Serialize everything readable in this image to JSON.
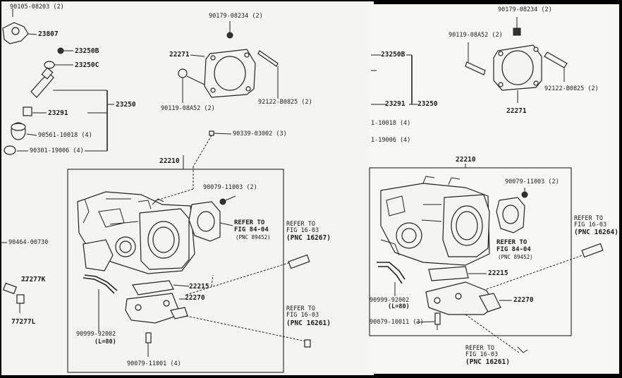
{
  "left_sheet": {
    "top_part": "90105-08203 (2)",
    "rail": "23807",
    "injector_labels": [
      "23250B",
      "23250C",
      "23291",
      "90561-10018 (4)",
      "90301-19006 (4)"
    ],
    "injector_group": "23250",
    "top_gasket": "22271",
    "gasket_nut": "90179-08234 (2)",
    "gasket_bolt": "90119-08A52 (2)",
    "gasket_stud": "92122-B0825 (2)",
    "sensor_conn": "90339-03002 (3)",
    "tb_assy": "22210",
    "sensor_bolt": "90079-11003 (2)",
    "refer_fig_a": [
      "REFER TO",
      "FIG 84-04",
      "(PNC 89452)"
    ],
    "refer_a": [
      "REFER TO",
      "FIG 16-03",
      "(PNC 16267)"
    ],
    "refer_b": [
      "REFER TO",
      "FIG 16-03",
      "(PNC 16261)"
    ],
    "iac_gasket": "22215",
    "iac_valve": "22270",
    "hose": "90999-92002",
    "hose_len": "(L=80)",
    "iac_bolt": "90079-11001 (4)",
    "left_edge_part": "90464-00730",
    "clip_a": "77277K",
    "clip_b": "77277L"
  },
  "right_sheet": {
    "gasket_nut": "90179-08234 (2)",
    "gasket_bolt": "90119-08A52 (2)",
    "gasket_stud": "92122-B0825 (2)",
    "top_gasket": "22271",
    "inj_b": "23250B",
    "inj_seal": "23291",
    "inj_group": "23250",
    "cut_a": "1-10018 (4)",
    "cut_b": "1-19006 (4)",
    "tb_assy": "22210",
    "sensor_bolt": "90079-11003 (2)",
    "refer_fig": [
      "REFER TO",
      "FIG 84-04",
      "(PNC 89452)"
    ],
    "refer_a": [
      "REFER TO",
      "FIG 16-03",
      "(PNC 16264)"
    ],
    "refer_b": [
      "REFER TO",
      "FIG 16-03",
      "(PNC 16261)"
    ],
    "iac_gasket": "22215",
    "iac_valve": "22270",
    "hose": "90999-92002",
    "hose_len": "(L=80)",
    "iac_bolt": "90079-10011 (3)"
  }
}
